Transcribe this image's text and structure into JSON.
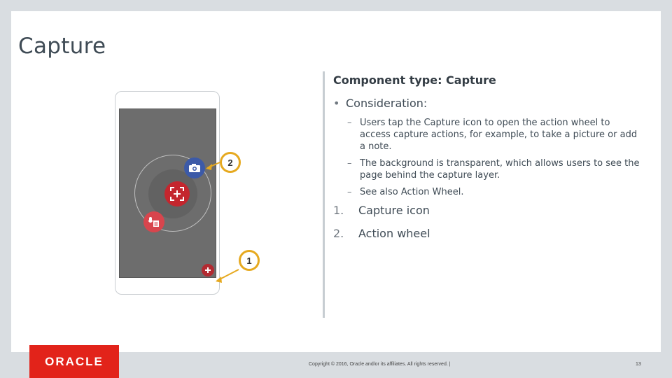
{
  "slide": {
    "title": "Capture"
  },
  "content": {
    "heading": "Component type: Capture",
    "bullet_marker": "•",
    "bullet": "Consideration:",
    "sub_marker": "–",
    "sub_items": [
      "Users tap the Capture icon to open the action wheel to access capture actions, for example, to take a picture or add a note.",
      "The background is transparent, which allows users to see the page behind the capture layer.",
      "See also Action Wheel."
    ],
    "numbered": [
      {
        "n": "1.",
        "label": "Capture icon"
      },
      {
        "n": "2.",
        "label": "Action wheel"
      }
    ]
  },
  "callouts": {
    "one": "1",
    "two": "2"
  },
  "icons": {
    "capture": "capture-plus-icon",
    "camera": "camera-icon",
    "note": "mic-note-icon",
    "small_capture": "small-plus-icon"
  },
  "colors": {
    "capture_red": "#c4262e",
    "camera_blue": "#3c5aa8",
    "callout_gold": "#e6a91f",
    "logo_red": "#e2231a"
  },
  "footer": {
    "logo": "ORACLE",
    "copyright": "Copyright © 2016, Oracle and/or its affiliates. All rights reserved. |",
    "page": "13"
  }
}
